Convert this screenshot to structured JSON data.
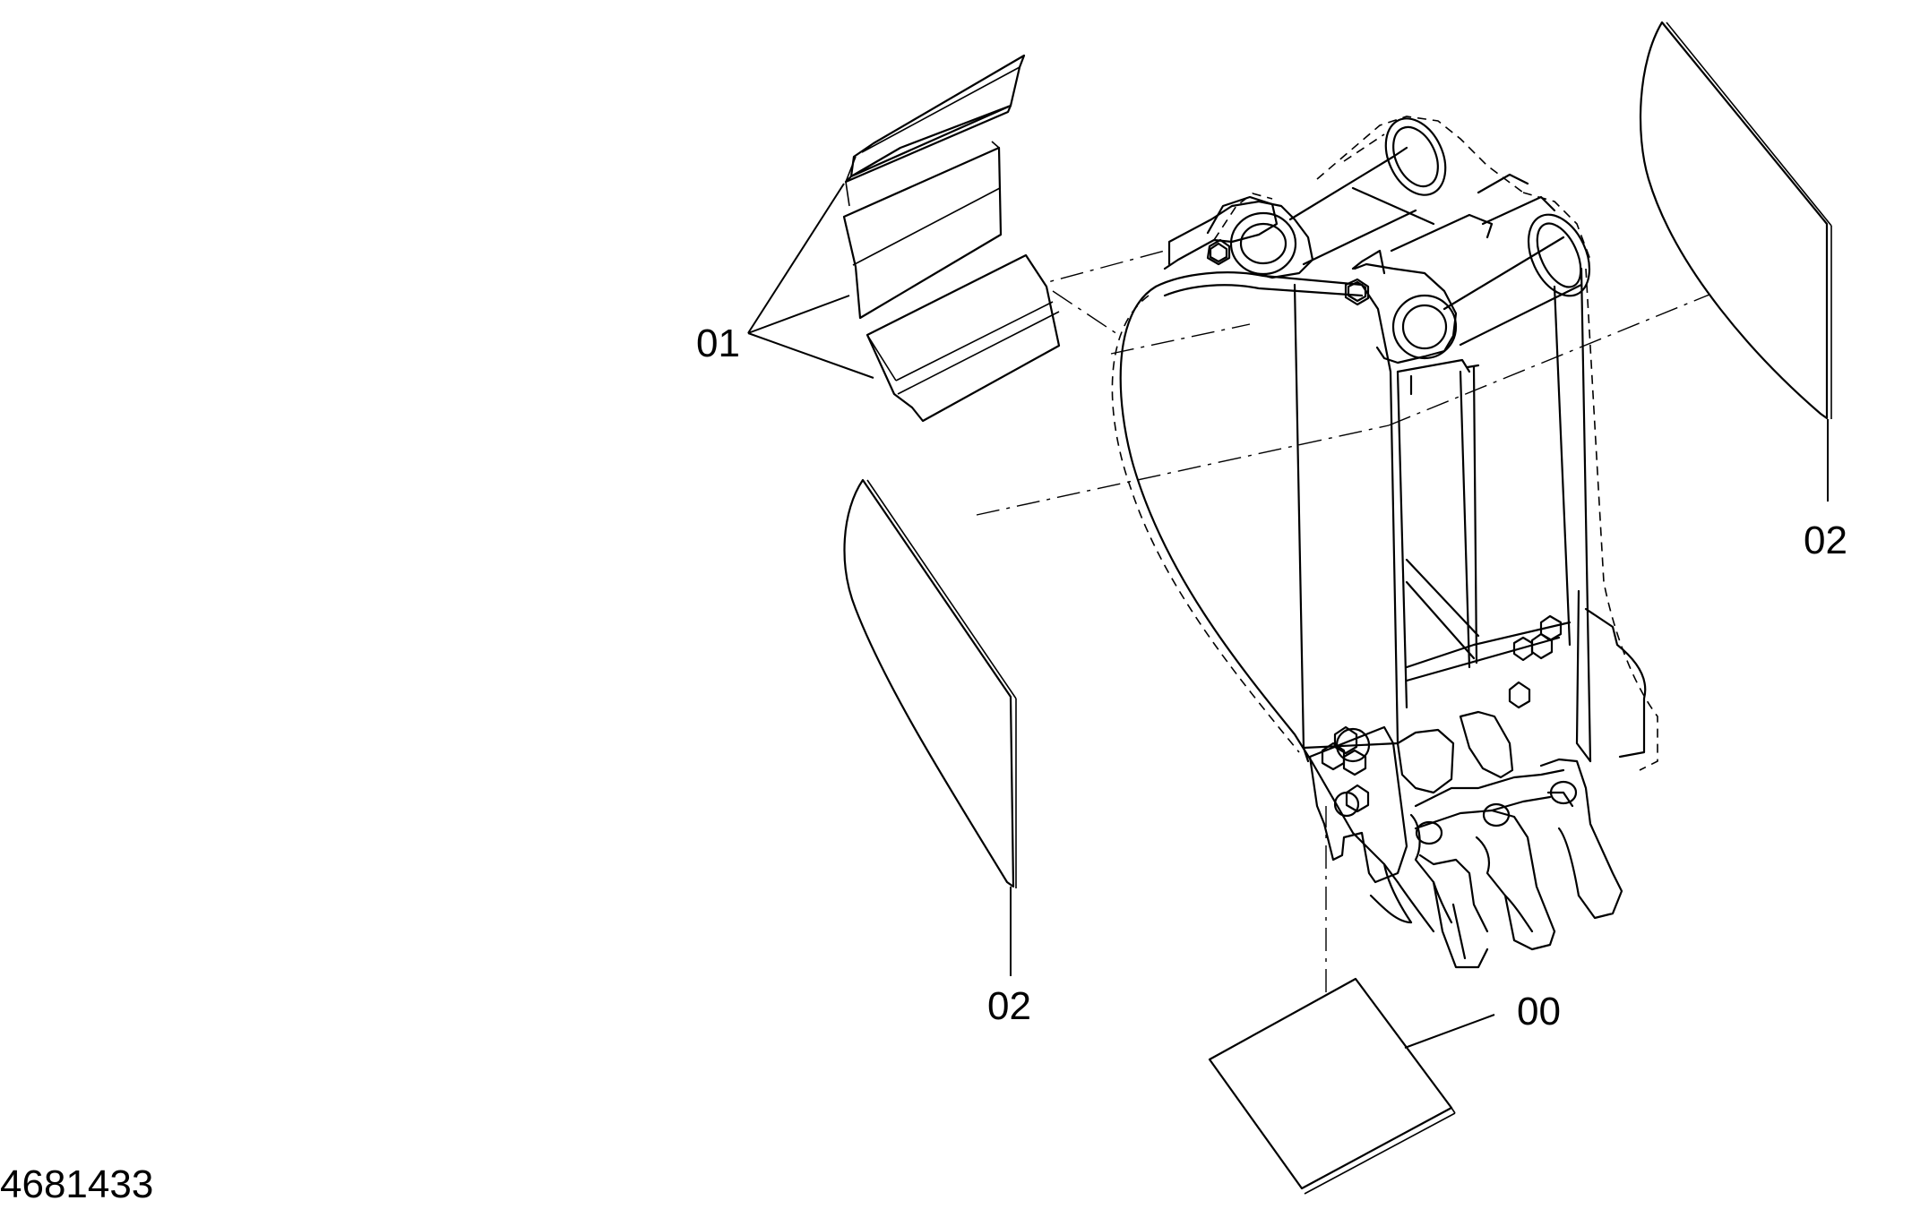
{
  "drawing_number": "4681433",
  "callouts": {
    "wear_strips": "01",
    "side_plate_left": "02",
    "side_plate_right": "02",
    "decal": "00"
  }
}
